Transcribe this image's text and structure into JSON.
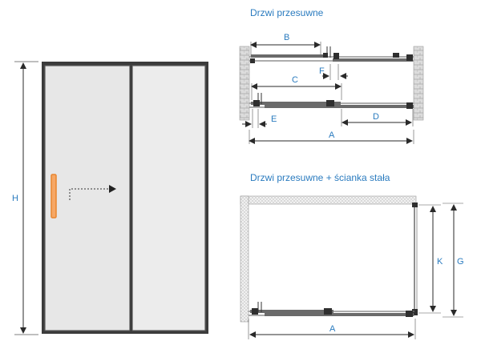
{
  "front_view": {
    "height_label": "H"
  },
  "sliding_door": {
    "title": "Drzwi przesuwne",
    "dims": {
      "a": "A",
      "b": "B",
      "c": "C",
      "d": "D",
      "e": "E",
      "f": "F"
    }
  },
  "sliding_door_fixed_wall": {
    "title": "Drzwi przesuwne + ścianka stała",
    "dims": {
      "a": "A",
      "k": "K",
      "g": "G"
    }
  },
  "colors": {
    "label_blue": "#2a7bbf",
    "frame_dark": "#3b3b3b",
    "glass": "#eaeaea",
    "handle_orange": "#e8852f",
    "wall_hatch": "#c9c9c9"
  }
}
